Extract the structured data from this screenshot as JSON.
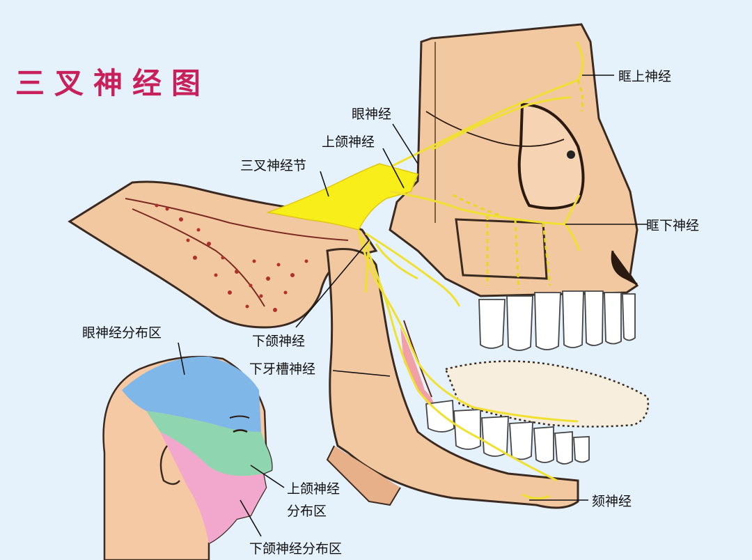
{
  "title": "三叉神经图",
  "labels": {
    "supraorbital": "眶上神经",
    "ophthalmic": "眼神经",
    "maxillary": "上颌神经",
    "ganglion": "三叉神经节",
    "infraorbital": "眶下神经",
    "mandibular": "下颌神经",
    "inferior_alveolar": "下牙槽神经",
    "mental": "颏神经",
    "ophthalmic_zone": "眼神经分布区",
    "maxillary_zone_1": "上颌神经",
    "maxillary_zone_2": "分布区",
    "mandibular_zone": "下颌神经分布区"
  },
  "colors": {
    "background": "#e6f2fb",
    "title": "#c8205a",
    "nerve": "#f0e030",
    "ganglion": "#f7ee1a",
    "bone": "#f2c8a0",
    "ophthalmic_zone": "#7fb7e8",
    "maxillary_zone": "#8fd6b0",
    "mandibular_zone": "#f2a8cc"
  }
}
